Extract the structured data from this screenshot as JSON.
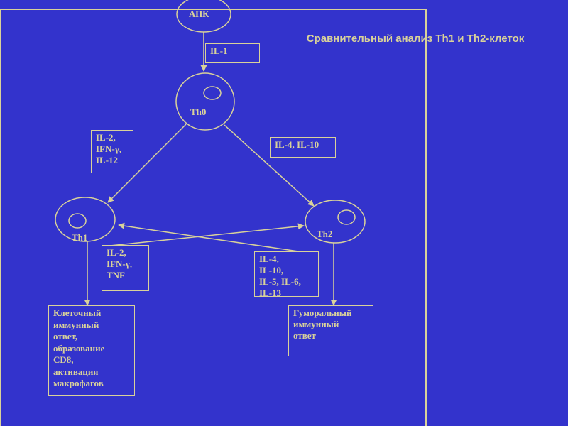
{
  "title": "Сравнительный анализ Th1 и Th2-клеток",
  "nodes": {
    "apk": "АПК",
    "th0": "Th0",
    "th1": "Th1",
    "th2": "Th2"
  },
  "boxes": {
    "il1": "IL-1",
    "th1_inducers": "IL-2,\nIFN-γ,\nIL-12",
    "th2_inducers": "IL-4, IL-10",
    "th1_products": "IL-2,\nIFN-γ,\nTNF",
    "th2_products": "IL-4,\nIL-10,\nIL-5, IL-6,\nIL-13",
    "cellular_response": "Клеточный\nиммунный\nответ,\nобразование\nCD8,\nактивация\nмакрофагов",
    "humoral_response": "Гуморальный\nиммунный\nответ"
  },
  "colors": {
    "background": "#3333cc",
    "foreground": "#d9d29a"
  }
}
